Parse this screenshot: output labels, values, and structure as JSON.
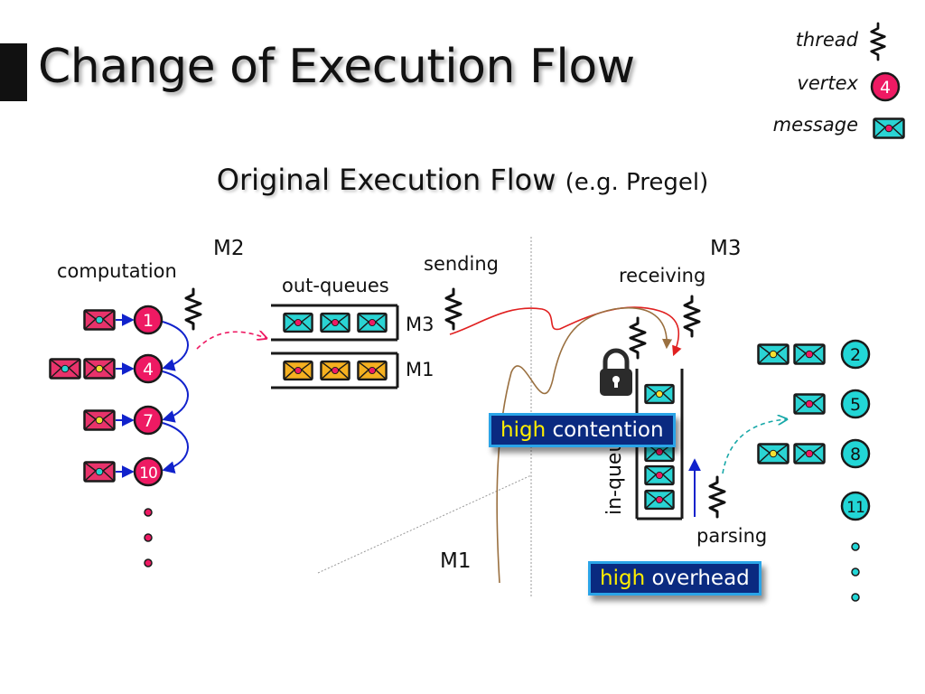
{
  "title": "Change of Execution Flow",
  "subtitle": {
    "main": "Original Execution Flow",
    "note": "(e.g. Pregel)"
  },
  "legend": {
    "thread": "thread",
    "vertex": "vertex",
    "vertex_example": "4",
    "message": "message"
  },
  "machines": {
    "m2": "M2",
    "m3": "M3",
    "m1": "M1"
  },
  "labels": {
    "computation": "computation",
    "out_queues": "out-queues",
    "queue_m3": "M3",
    "queue_m1": "M1",
    "sending": "sending",
    "receiving": "receiving",
    "in_queue": "in-queue",
    "parsing": "parsing"
  },
  "callouts": {
    "contention": {
      "highlight": "high",
      "rest": " contention"
    },
    "overhead": {
      "highlight": "high",
      "rest": " overhead"
    }
  },
  "m2_vertices": [
    "1",
    "4",
    "7",
    "10"
  ],
  "m3_vertices": [
    "2",
    "5",
    "8",
    "11"
  ],
  "colors": {
    "vertex_m2": "#ee1a63",
    "vertex_m3": "#22d6d6",
    "msg_cyan": "#2ad4d4",
    "msg_pink": "#e8336b",
    "msg_orange": "#f5b020",
    "arrow_blue": "#1122cc",
    "arrow_red": "#e02020",
    "arrow_brown": "#9a7040",
    "callout_bg": "#0a2a80",
    "callout_border": "#2aa4e8",
    "highlight_text": "#ffee00"
  }
}
